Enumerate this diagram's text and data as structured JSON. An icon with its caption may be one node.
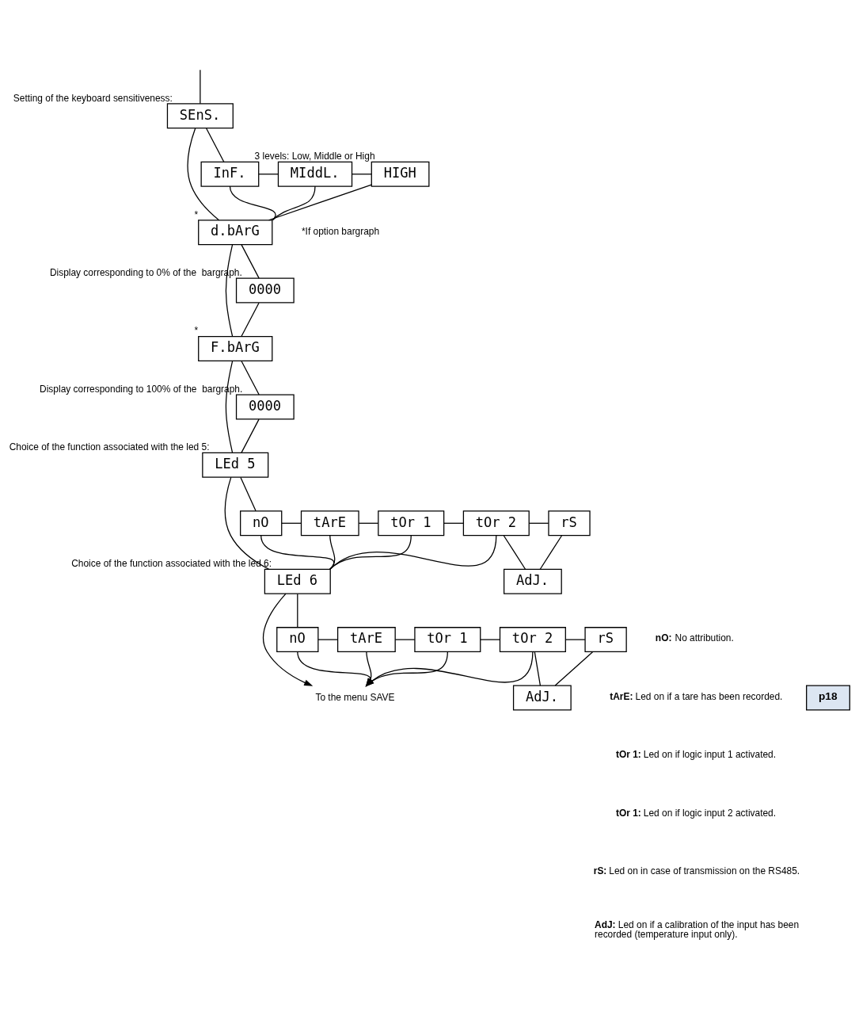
{
  "diagram": {
    "nodes": [
      {
        "text": [
          "SEnS."
        ],
        "beside": [
          "Setting of the keyboard sensitiveness:"
        ]
      },
      {
        "text": [
          "InF."
        ]
      },
      {
        "text": [
          "MIddL."
        ]
      },
      {
        "text": [
          "HIGH"
        ],
        "beside": [
          "3 levels: Low, Middle or High"
        ]
      },
      {
        "text": [
          "d.bArG"
        ],
        "beside": [
          "*"
        ]
      },
      {
        "text": [
          "0000"
        ],
        "beside": [
          "Display corresponding to 0% of the  bargraph."
        ]
      },
      {
        "text": [
          "F.bArG"
        ],
        "beside": [
          "*"
        ]
      },
      {
        "text": [
          "0000"
        ],
        "beside": [
          "Display corresponding to 100% of the  bargraph."
        ]
      },
      {
        "text": [
          "LEd 5"
        ],
        "beside": [
          "Choice of the function associated with the led 5:"
        ]
      },
      {
        "text": [
          "nO"
        ]
      },
      {
        "text": [
          "tArE"
        ]
      },
      {
        "text": [
          "tOr 1"
        ]
      },
      {
        "text": [
          "tOr 2"
        ]
      },
      {
        "text": [
          "rS"
        ]
      },
      {
        "text": [
          "AdJ."
        ]
      },
      {
        "text": [
          "LEd 6"
        ],
        "beside": [
          "Choice of the function associated with the led 6:"
        ]
      },
      {
        "text": [
          "nO"
        ]
      },
      {
        "text": [
          "tArE"
        ]
      },
      {
        "text": [
          "tOr 1"
        ]
      },
      {
        "text": [
          "tOr 2"
        ]
      },
      {
        "text": [
          "rS"
        ]
      },
      {
        "text": [
          "AdJ."
        ]
      },
      {
        "text": [
          "To the menu SAVE"
        ]
      },
      {
        "text": [
          "p18"
        ]
      }
    ],
    "edges": [
      {
        "from": null,
        "to": 0,
        "arrow": "none"
      },
      {
        "from": 0,
        "to": 1,
        "arrow": "none"
      },
      {
        "from": 1,
        "to": 2,
        "arrow": "none"
      },
      {
        "from": 2,
        "to": 3,
        "arrow": "none"
      },
      {
        "from": 0,
        "to": 4,
        "arrow": "none"
      },
      {
        "from": 1,
        "to": 4,
        "arrow": "none"
      },
      {
        "from": 2,
        "to": 4,
        "arrow": "none"
      },
      {
        "from": 3,
        "to": 4,
        "arrow": "none"
      },
      {
        "from": 4,
        "to": 5,
        "arrow": "none"
      },
      {
        "from": 4,
        "to": 6,
        "arrow": "none"
      },
      {
        "from": 5,
        "to": 6,
        "arrow": "none"
      },
      {
        "from": 6,
        "to": 7,
        "arrow": "none"
      },
      {
        "from": 6,
        "to": 8,
        "arrow": "none"
      },
      {
        "from": 7,
        "to": 8,
        "arrow": "none"
      },
      {
        "from": 8,
        "to": 9,
        "arrow": "none"
      },
      {
        "from": 9,
        "to": 10,
        "arrow": "none"
      },
      {
        "from": 10,
        "to": 11,
        "arrow": "none"
      },
      {
        "from": 11,
        "to": 12,
        "arrow": "none"
      },
      {
        "from": 12,
        "to": 13,
        "arrow": "none"
      },
      {
        "from": 13,
        "to": 14,
        "arrow": "none"
      },
      {
        "from": 14,
        "to": 12,
        "arrow": "none"
      },
      {
        "from": 8,
        "to": 15,
        "arrow": "none"
      },
      {
        "from": 9,
        "to": 15,
        "arrow": "none"
      },
      {
        "from": 10,
        "to": 15,
        "arrow": "none"
      },
      {
        "from": 11,
        "to": 15,
        "arrow": "none"
      },
      {
        "from": 12,
        "to": 15,
        "arrow": "none"
      },
      {
        "from": 15,
        "to": 16,
        "arrow": "none"
      },
      {
        "from": 16,
        "to": 17,
        "arrow": "none"
      },
      {
        "from": 17,
        "to": 18,
        "arrow": "none"
      },
      {
        "from": 18,
        "to": 19,
        "arrow": "none"
      },
      {
        "from": 19,
        "to": 20,
        "arrow": "none"
      },
      {
        "from": 20,
        "to": 21,
        "arrow": "none"
      },
      {
        "from": 21,
        "to": 19,
        "arrow": "none"
      },
      {
        "from": 15,
        "to": 22,
        "arrow": "to"
      },
      {
        "from": 16,
        "to": 22,
        "arrow": "to"
      },
      {
        "from": 17,
        "to": 22,
        "arrow": "to"
      },
      {
        "from": 18,
        "to": 22,
        "arrow": "to"
      },
      {
        "from": 19,
        "to": 22,
        "arrow": "to"
      }
    ],
    "labels": [
      "*If option bargraph",
      "**nO:** No attribution.",
      "**tArE:** Led on if a tare has been recorded.",
      "**tOr 1:** Led on if logic input 1 activated.",
      "**tOr 1:** Led on if logic input 2 activated.",
      "**rS:** Led on in case of transmission on the RS485.",
      "**AdJ:** Led on if a calibration of the input has been recorded (temperature input only)."
    ]
  }
}
